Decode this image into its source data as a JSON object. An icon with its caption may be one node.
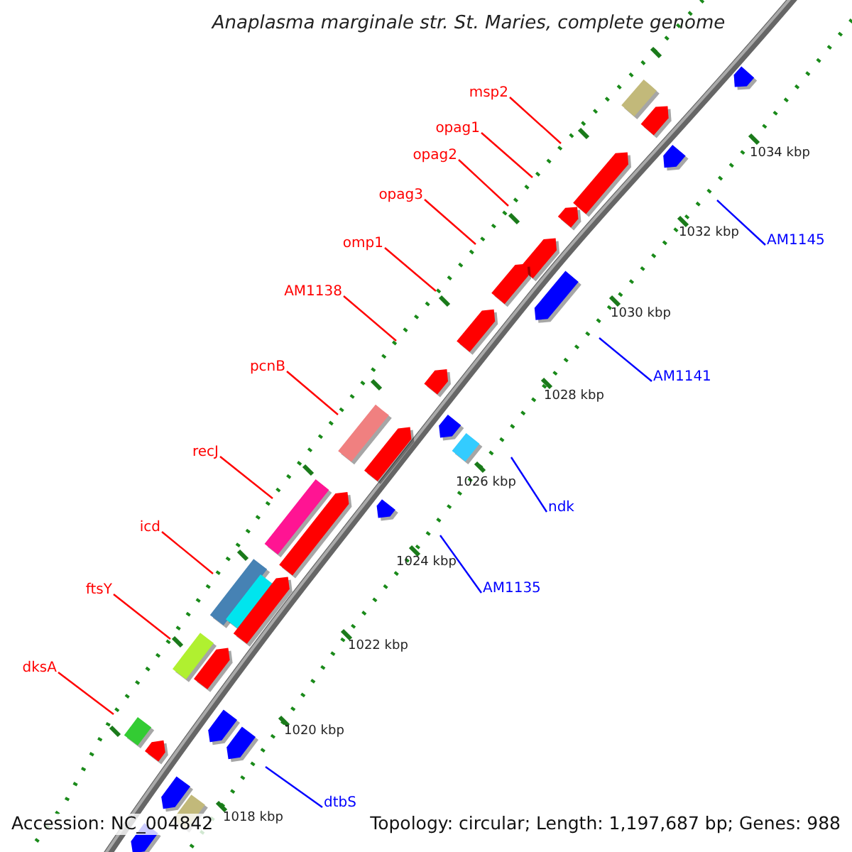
{
  "diagram": {
    "title": "Anaplasma marginale str. St. Maries, complete genome",
    "nodes": [
      {
        "text": [
          "msp2"
        ]
      },
      {
        "text": [
          "opag1"
        ]
      },
      {
        "text": [
          "opag2"
        ]
      },
      {
        "text": [
          "opag3"
        ]
      },
      {
        "text": [
          "omp1"
        ]
      },
      {
        "text": [
          "AM1138"
        ]
      },
      {
        "text": [
          "pcnB"
        ]
      },
      {
        "text": [
          "recJ"
        ]
      },
      {
        "text": [
          "icd"
        ]
      },
      {
        "text": [
          "ftsY"
        ]
      },
      {
        "text": [
          "dksA"
        ]
      },
      {
        "text": [
          "AM1145"
        ]
      },
      {
        "text": [
          "AM1141"
        ]
      },
      {
        "text": [
          "ndk"
        ]
      },
      {
        "text": [
          "AM1135"
        ]
      },
      {
        "text": [
          "dtbS"
        ]
      }
    ],
    "edges": [
      {
        "from": 0,
        "to": null,
        "arrow": "none"
      },
      {
        "from": 1,
        "to": null,
        "arrow": "none"
      },
      {
        "from": 2,
        "to": null,
        "arrow": "none"
      },
      {
        "from": 3,
        "to": null,
        "arrow": "none"
      },
      {
        "from": 4,
        "to": null,
        "arrow": "none"
      },
      {
        "from": 5,
        "to": null,
        "arrow": "none"
      },
      {
        "from": 6,
        "to": null,
        "arrow": "none"
      },
      {
        "from": 7,
        "to": null,
        "arrow": "none"
      },
      {
        "from": 8,
        "to": null,
        "arrow": "none"
      },
      {
        "from": 9,
        "to": null,
        "arrow": "none"
      },
      {
        "from": 10,
        "to": null,
        "arrow": "none"
      },
      {
        "from": 11,
        "to": null,
        "arrow": "none",
        "color": "#0000ff"
      },
      {
        "from": 12,
        "to": null,
        "arrow": "none",
        "color": "#0000ff"
      },
      {
        "from": 13,
        "to": null,
        "arrow": "none",
        "color": "#0000ff"
      },
      {
        "from": 14,
        "to": null,
        "arrow": "none",
        "color": "#0000ff"
      },
      {
        "from": 15,
        "to": null,
        "arrow": "none",
        "color": "#0000ff"
      }
    ],
    "labels": [
      "1034 kbp",
      "1032 kbp",
      "1030 kbp",
      "1028 kbp",
      "1026 kbp",
      "1024 kbp",
      "1022 kbp",
      "1020 kbp",
      "1018 kbp",
      "Accession: NC_004842",
      "Topology: circular; Length: 1,197,687 bp; Genes: 988"
    ]
  }
}
